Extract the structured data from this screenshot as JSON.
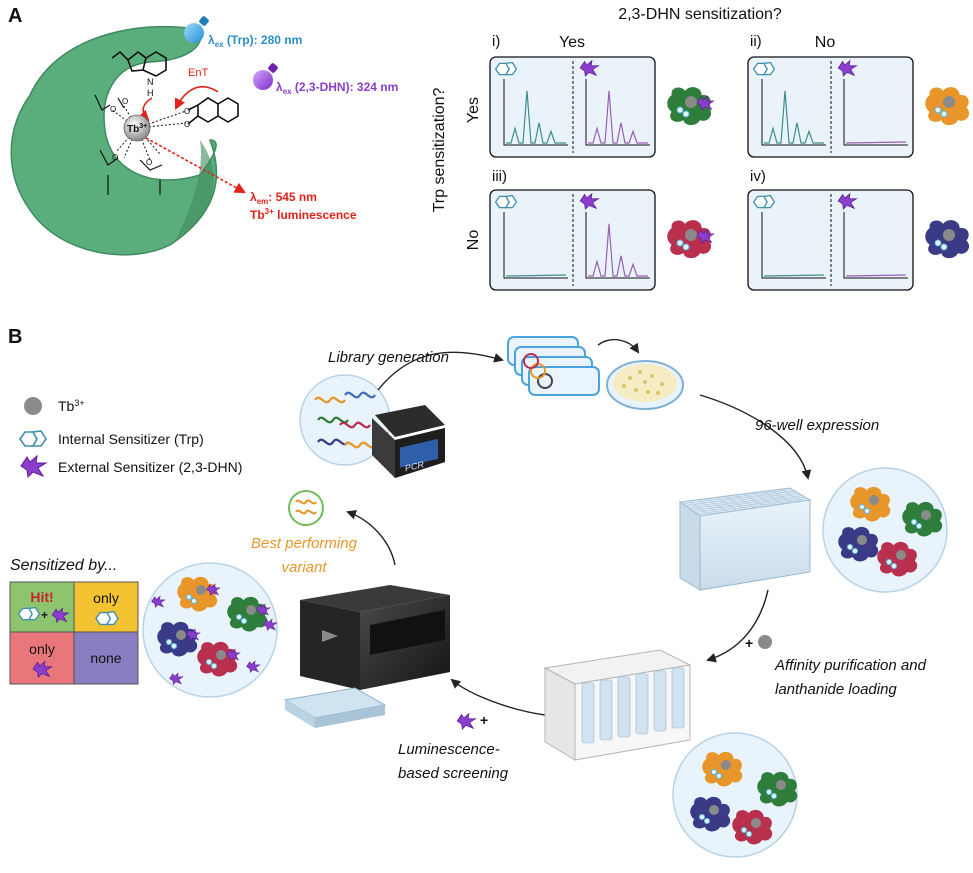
{
  "panel_a": {
    "label": "A",
    "ex_trp": "λ",
    "ex_trp_sub": "ex",
    "ex_trp_text": " (Trp): 280 nm",
    "ex_dhn": "λ",
    "ex_dhn_sub": "ex",
    "ex_dhn_text": " (2,3-DHN): 324 nm",
    "ent": "EnT",
    "h_label": "H",
    "n_label": "N",
    "tb": "Tb",
    "tb_sup": "3+",
    "em": "λ",
    "em_sub": "em",
    "em_text": ": 545 nm",
    "lum_tb": "Tb",
    "lum_sup": "3+",
    "lum_text": " luminescence",
    "o_label": "O",
    "grid_title": "2,3-DHN sensitization?",
    "y_axis_title": "Trp sensitization?",
    "col_yes": "Yes",
    "col_no": "No",
    "row_yes": "Yes",
    "row_no": "No",
    "cases": [
      "i)",
      "ii)",
      "iii)",
      "iv)"
    ]
  },
  "panel_b": {
    "label": "B",
    "legend": {
      "tb": "Tb",
      "tb_sup": "3+",
      "internal": "Internal Sensitizer (Trp)",
      "external": "External Sensitizer (2,3-DHN)"
    },
    "steps": {
      "library": "Library generation",
      "expression": "96-well expression",
      "purification_1": "Affinity purification and",
      "purification_2": "lanthanide loading",
      "screening_1": "Luminescence-",
      "screening_2": "based screening",
      "best_1": "Best performing",
      "best_2": "variant",
      "plus": "+"
    },
    "pcr_label": "PCR",
    "key": {
      "title": "Sensitized by...",
      "hit": "Hit!",
      "plus": "+",
      "only_trp": "only",
      "only_dhn": "only",
      "none": "none"
    }
  },
  "colors": {
    "protein_green": "#5aae7c",
    "trp_blue": "#2a8fc9",
    "dhn_purple": "#8a3ec9",
    "emission_red": "#e2231a",
    "best_orange": "#e8962a",
    "key_green": "#8fc46f",
    "key_yellow": "#f2c230",
    "key_red": "#e8767a",
    "key_purple": "#8a7ec0",
    "var_green": "#2e7d3a",
    "var_orange": "#e8962a",
    "var_red": "#b9304f",
    "var_navy": "#3a3a86"
  }
}
